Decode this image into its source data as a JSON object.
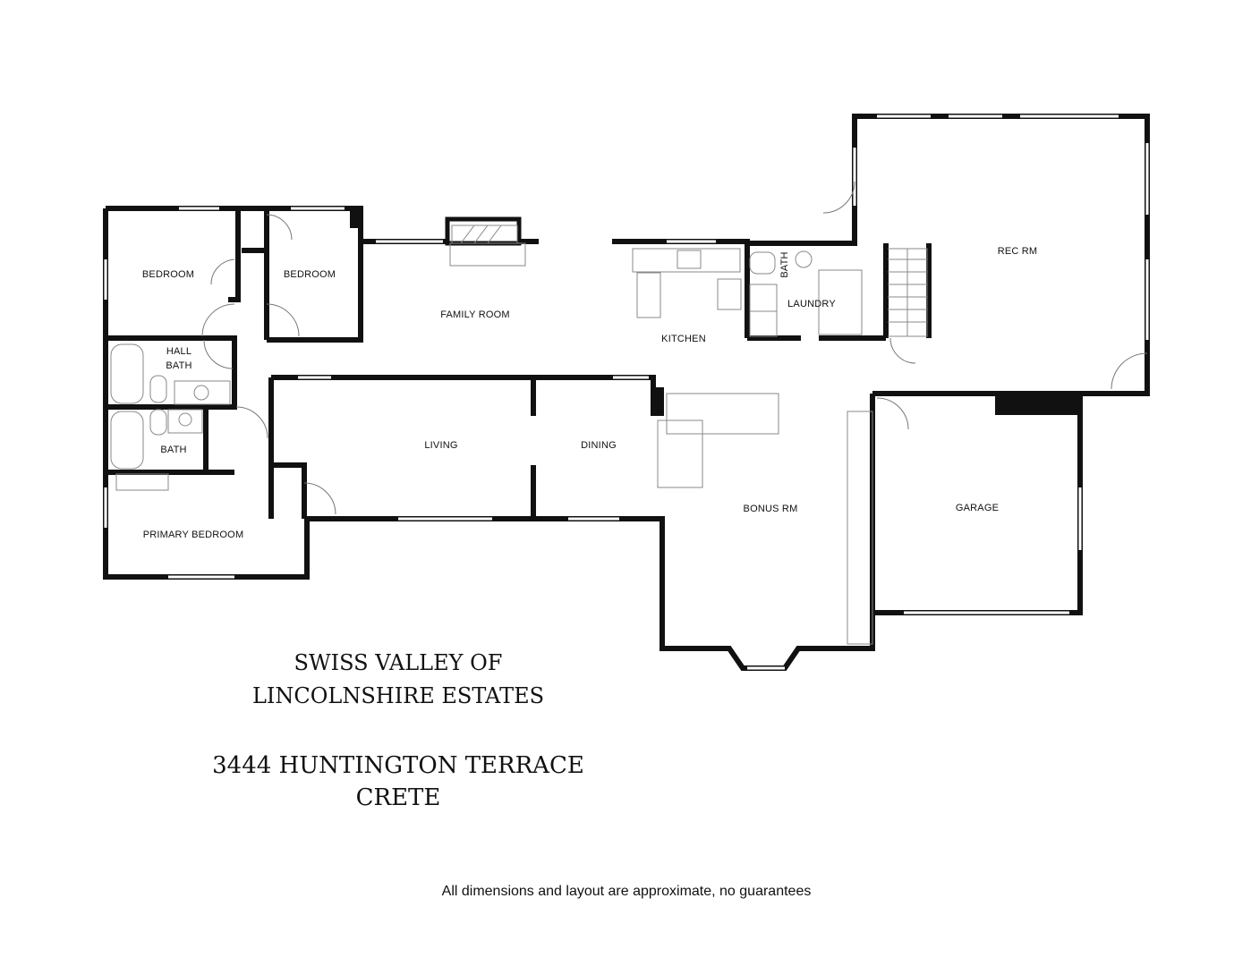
{
  "rooms": {
    "bedroom_1": "BEDROOM",
    "bedroom_2": "BEDROOM",
    "hall_bath_line1": "HALL",
    "hall_bath_line2": "BATH",
    "bath": "BATH",
    "primary_bedroom": "PRIMARY BEDROOM",
    "family_room": "FAMILY ROOM",
    "kitchen": "KITCHEN",
    "bath_small": "BATH",
    "laundry": "LAUNDRY",
    "rec_rm": "REC RM",
    "living": "LIVING",
    "dining": "DINING",
    "bonus_rm": "BONUS RM",
    "garage": "GARAGE"
  },
  "title": {
    "line1": "SWISS VALLEY OF",
    "line2": "LINCOLNSHIRE ESTATES",
    "address": "3444 HUNTINGTON TERRACE",
    "city": "CRETE"
  },
  "disclaimer": "All dimensions and layout are approximate, no guarantees",
  "colors": {
    "wall": "#111111",
    "fixture": "#999999",
    "background": "#ffffff"
  }
}
